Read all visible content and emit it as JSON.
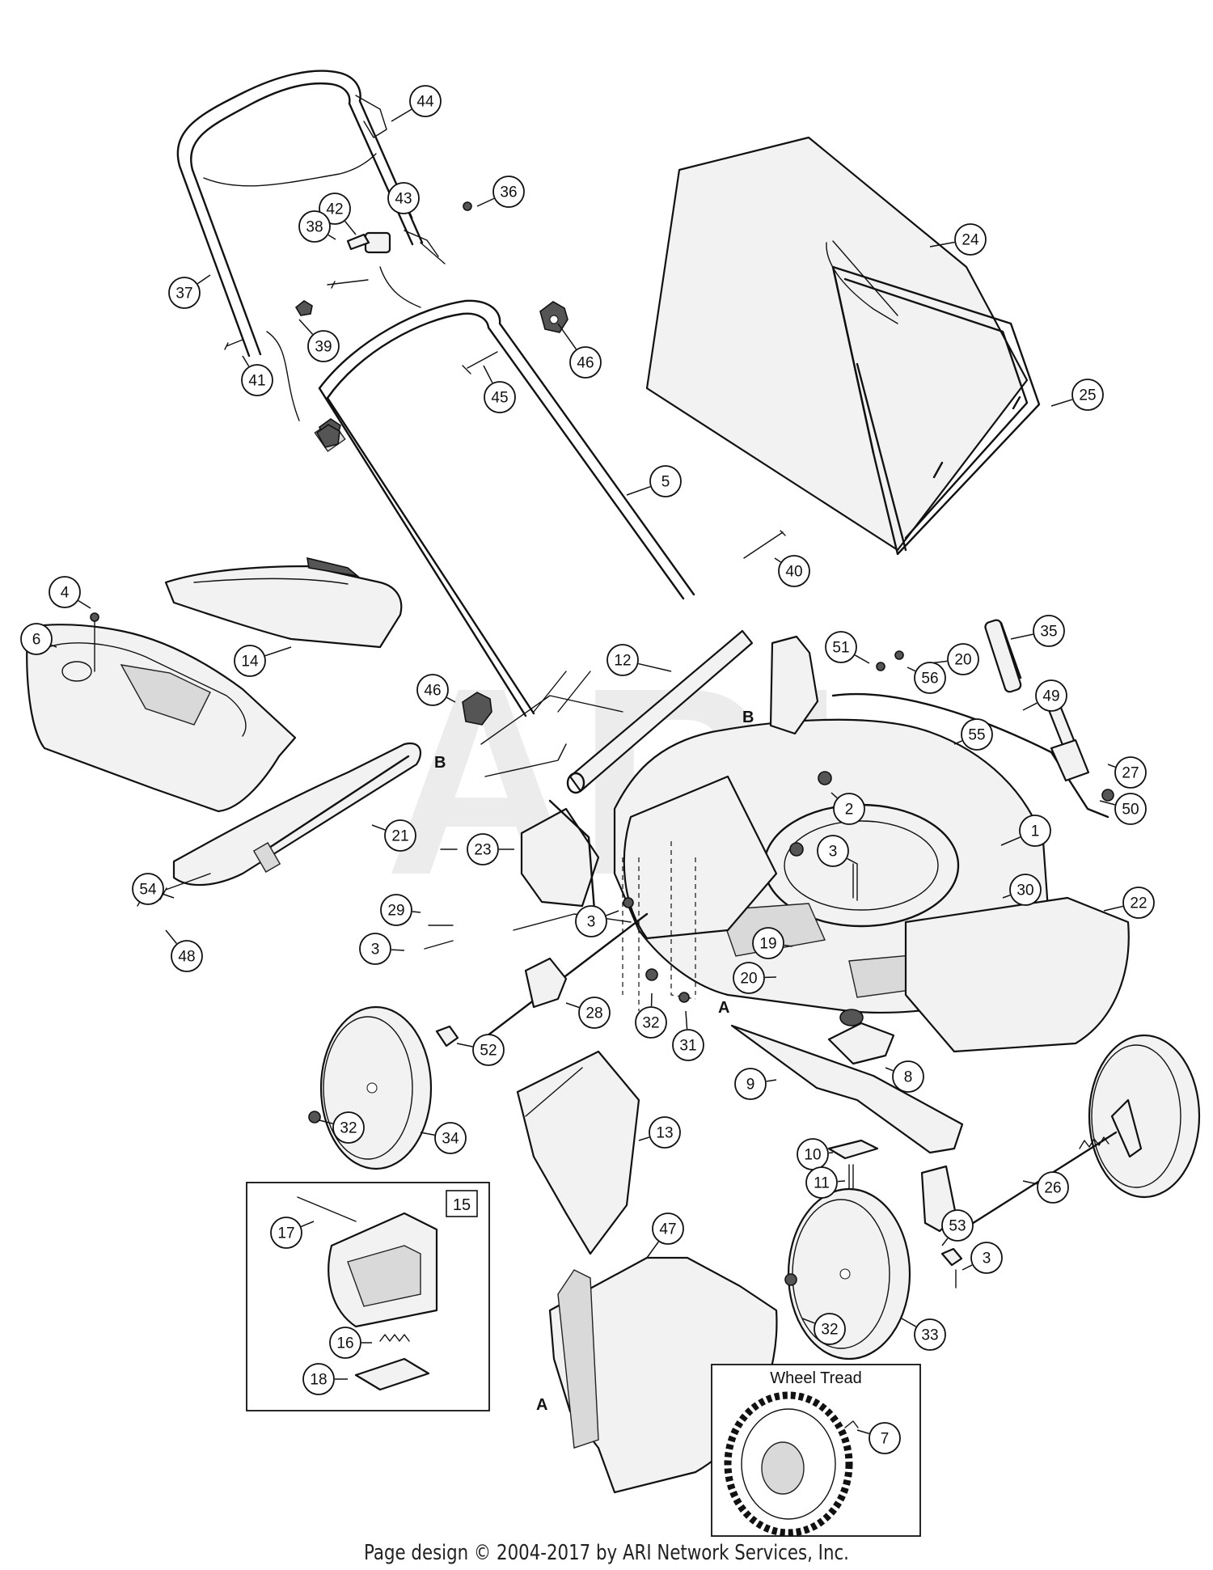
{
  "watermark": "ARI",
  "footer": "Page design © 2004-2017 by ARI Network Services, Inc.",
  "kit_box": {
    "label": "15"
  },
  "inset": {
    "title": "Wheel Tread"
  },
  "ref_letters": [
    "A",
    "B"
  ],
  "callouts": [
    "1",
    "2",
    "3",
    "4",
    "5",
    "6",
    "7",
    "8",
    "9",
    "10",
    "11",
    "12",
    "13",
    "14",
    "16",
    "17",
    "18",
    "19",
    "20",
    "21",
    "22",
    "23",
    "24",
    "25",
    "26",
    "27",
    "28",
    "29",
    "30",
    "31",
    "32",
    "33",
    "34",
    "35",
    "36",
    "37",
    "38",
    "39",
    "40",
    "41",
    "42",
    "43",
    "44",
    "45",
    "46",
    "47",
    "48",
    "49",
    "50",
    "51",
    "52",
    "53",
    "54",
    "55",
    "56"
  ]
}
